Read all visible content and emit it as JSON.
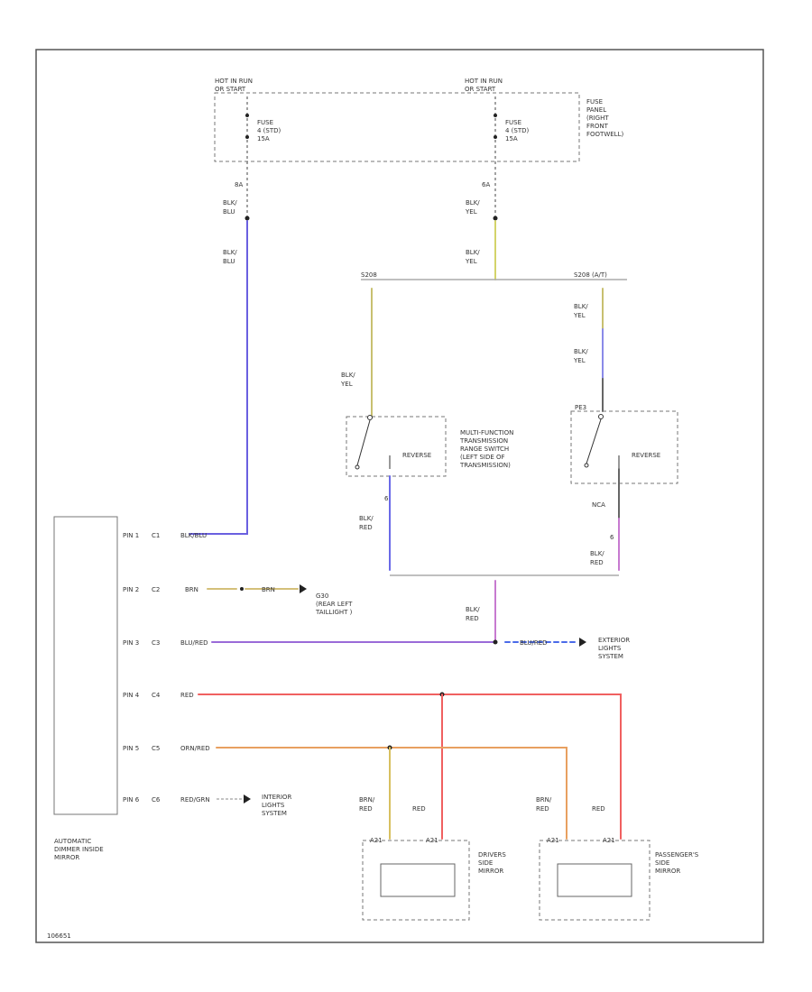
{
  "diagram": {
    "hot_left": [
      "HOT IN RUN",
      "OR START"
    ],
    "hot_right": [
      "HOT IN RUN",
      "OR START"
    ],
    "fuse_left": [
      "FUSE",
      "4 (STD)",
      "15A"
    ],
    "fuse_right": [
      "FUSE",
      "4 (STD)",
      "15A"
    ],
    "fuse_panel": [
      "FUSE",
      "PANEL",
      "(RIGHT",
      "FRONT",
      "FOOTWELL)"
    ],
    "pin_left": "8A",
    "pin_right": "6A",
    "wire_blublu_1": [
      "BLK/",
      "BLU"
    ],
    "wire_blublu_2": [
      "BLK/",
      "BLU"
    ],
    "wire_bluyel_1": [
      "BLK/",
      "YEL"
    ],
    "wire_bluyel_2": [
      "BLK/",
      "YEL"
    ],
    "wire_bluyel_3": [
      "BLK/",
      "YEL"
    ],
    "wire_bluyel_4": [
      "BLK/",
      "YEL"
    ],
    "wire_bluyel_5": [
      "BLK/",
      "YEL"
    ],
    "splice_left": "S208",
    "splice_right": "S208 (A/T)",
    "switch_left_label": "REVERSE",
    "switch_right_label": "REVERSE",
    "switch_right_pin": "PE3",
    "mfs_label": [
      "MULTI-FUNCTION",
      "TRANSMISSION",
      "RANGE SWITCH",
      "(LEFT SIDE OF",
      "TRANSMISSION)"
    ],
    "pin_6": "6",
    "pin_6b": "6",
    "pin_nc": "NCA",
    "wire_blured_1": [
      "BLK/",
      "RED"
    ],
    "wire_blured_2": [
      "BLK/",
      "RED"
    ],
    "wire_blured_3": [
      "BLK/",
      "RED"
    ],
    "mirror_wires": [
      {
        "pin": "PIN 1",
        "conn": "C1",
        "label": "BLK/BLU"
      },
      {
        "pin": "PIN 2",
        "conn": "C2",
        "label": "BRN"
      },
      {
        "pin": "PIN 3",
        "conn": "C3",
        "label": "BLU/RED"
      },
      {
        "pin": "PIN 4",
        "conn": "C4",
        "label": "RED"
      },
      {
        "pin": "PIN 5",
        "conn": "C5",
        "label": "ORN/RED"
      },
      {
        "pin": "PIN 6",
        "conn": "C6",
        "label": "RED/GRN"
      }
    ],
    "brn_right": "BRN",
    "g_label": [
      "G30",
      "(REAR LEFT",
      "TAILLIGHT )"
    ],
    "blured_right": "BLU/RED",
    "ext_lights": [
      "EXTERIOR",
      "LIGHTS",
      "SYSTEM"
    ],
    "int_lights": [
      "INTERIOR",
      "LIGHTS",
      "SYSTEM"
    ],
    "mirror_label": [
      "AUTOMATIC",
      "DIMMER INSIDE",
      "MIRROR"
    ],
    "brn_red_1": [
      "BRN/",
      "RED"
    ],
    "brn_red_2": [
      "BRN/",
      "RED"
    ],
    "red_1": "RED",
    "red_2": "RED",
    "drivers_mirror": [
      "DRIVERS",
      "SIDE",
      "MIRROR"
    ],
    "passenger_mirror": [
      "PASSENGER'S",
      "SIDE",
      "MIRROR"
    ],
    "mirror_pins_left": [
      "A21",
      "A21"
    ],
    "mirror_pins_right": [
      "A21",
      "A21"
    ],
    "figure_id": "106651"
  }
}
